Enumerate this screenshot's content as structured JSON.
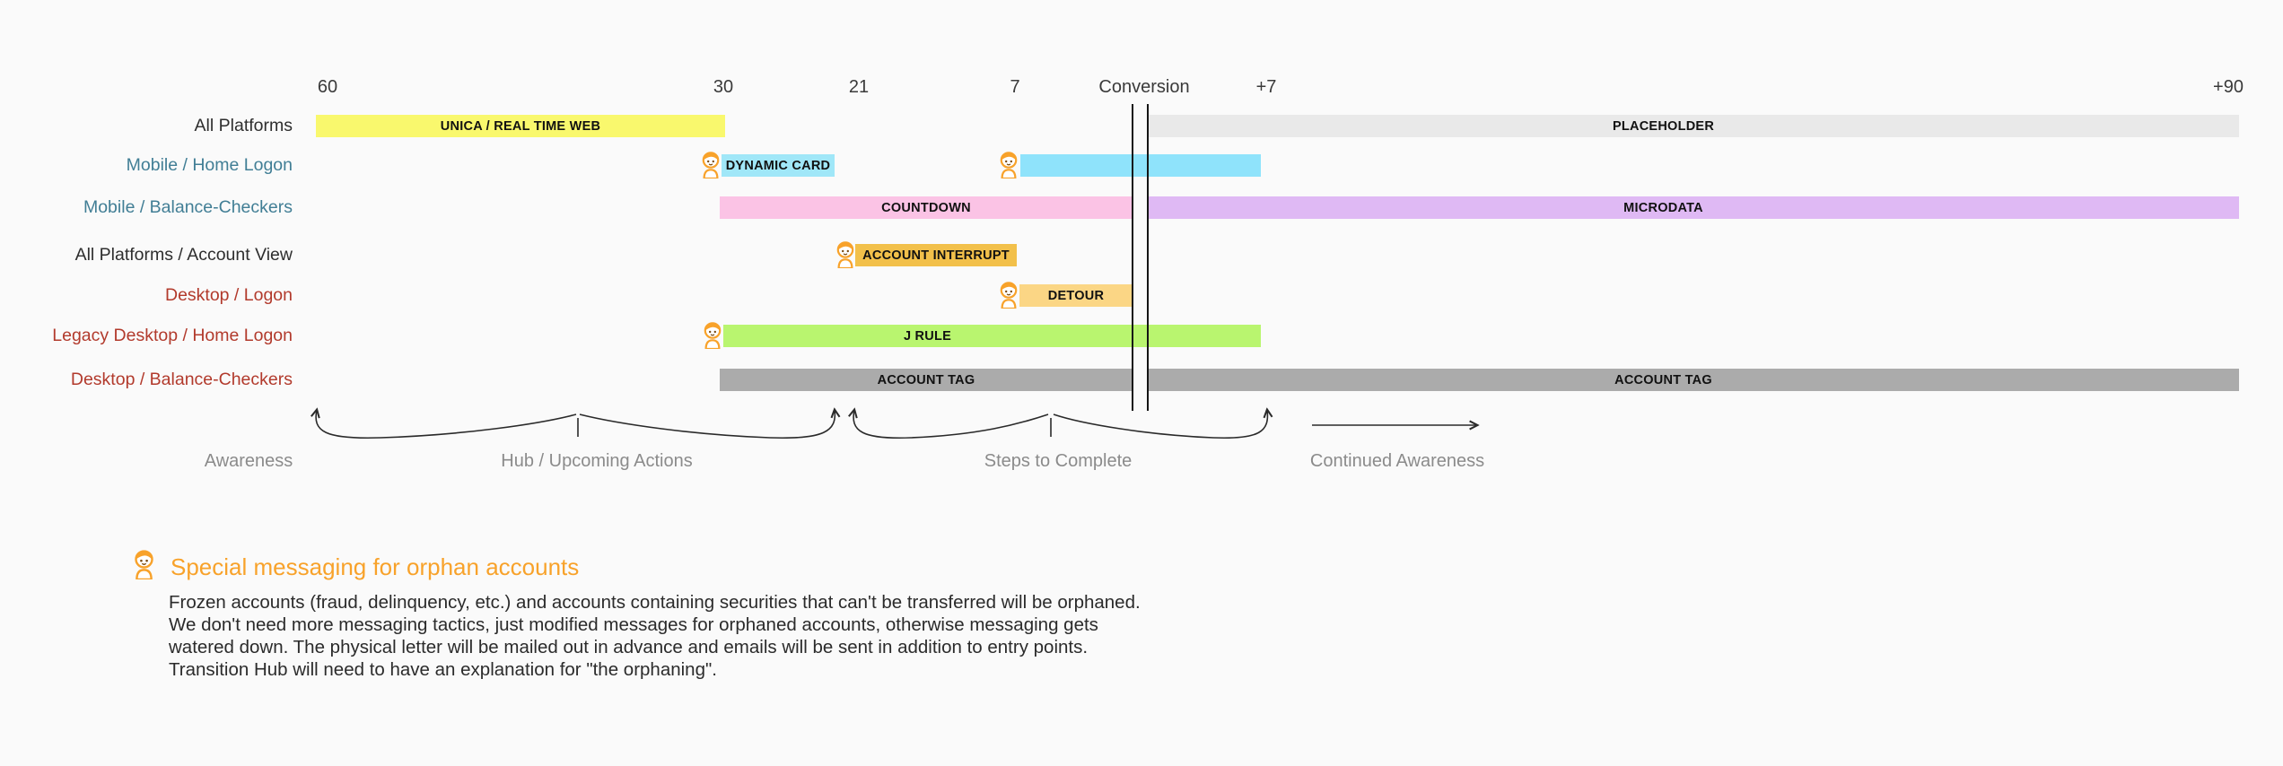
{
  "timeline": {
    "ticks": [
      {
        "label": "60"
      },
      {
        "label": "30"
      },
      {
        "label": "21"
      },
      {
        "label": "7"
      },
      {
        "label": "Conversion"
      },
      {
        "label": "+7"
      },
      {
        "label": "+90"
      }
    ]
  },
  "rows": [
    {
      "label": "All Platforms",
      "label_color": "#2e2e2e",
      "bars": [
        {
          "text": "UNICA / REAL TIME WEB",
          "color": "#f9f86d"
        },
        {
          "text": "PLACEHOLDER",
          "color": "#e9e9e9"
        }
      ]
    },
    {
      "label": "Mobile / Home Logon",
      "label_color": "#417e95",
      "bars": [
        {
          "text": "DYNAMIC CARD",
          "color": "#a0e7f8",
          "icon": "orphan-person"
        },
        {
          "text": "",
          "color": "#8fe3fb",
          "icon": "orphan-person"
        }
      ]
    },
    {
      "label": "Mobile / Balance-Checkers",
      "label_color": "#417e95",
      "bars": [
        {
          "text": "COUNTDOWN",
          "color": "#fbc3e5"
        },
        {
          "text": "MICRODATA",
          "color": "#dfb9f4"
        }
      ]
    },
    {
      "label": "All Platforms / Account View",
      "label_color": "#2e2e2e",
      "bars": [
        {
          "text": "ACCOUNT INTERRUPT",
          "color": "#f2c04a",
          "icon": "orphan-person"
        }
      ]
    },
    {
      "label": "Desktop / Logon",
      "label_color": "#b23a2c",
      "bars": [
        {
          "text": "DETOUR",
          "color": "#fbd685",
          "icon": "orphan-person"
        }
      ]
    },
    {
      "label": "Legacy Desktop / Home Logon",
      "label_color": "#b23a2c",
      "bars": [
        {
          "text": "J RULE",
          "color": "#b9f56f",
          "icon": "orphan-person"
        }
      ]
    },
    {
      "label": "Desktop / Balance-Checkers",
      "label_color": "#b23a2c",
      "bars": [
        {
          "text": "ACCOUNT TAG",
          "color": "#ababab"
        },
        {
          "text": "ACCOUNT TAG",
          "color": "#ababab"
        }
      ]
    }
  ],
  "phases": {
    "awareness": "Awareness",
    "hub": "Hub / Upcoming Actions",
    "steps": "Steps to Complete",
    "continued": "Continued Awareness"
  },
  "note": {
    "title": "Special messaging for orphan accounts",
    "lines": [
      "Frozen accounts (fraud, delinquency, etc.) and accounts containing securities that can't be transferred will be orphaned.",
      "We don't need more messaging tactics, just modified messages for orphaned accounts, otherwise messaging gets",
      "watered down. The physical letter will be mailed out in advance and emails will be sent in addition to entry points.",
      "Transition Hub will need to have an explanation for \"the orphaning\"."
    ]
  },
  "icons": {
    "orphan_person": "orphan-person-icon"
  },
  "colors": {
    "background": "#fafafa",
    "accent_orange": "#f8a22a",
    "teal_label": "#417e95",
    "red_label": "#b23a2c",
    "phase_gray": "#8b8b8b",
    "conversion_line": "#151515"
  }
}
